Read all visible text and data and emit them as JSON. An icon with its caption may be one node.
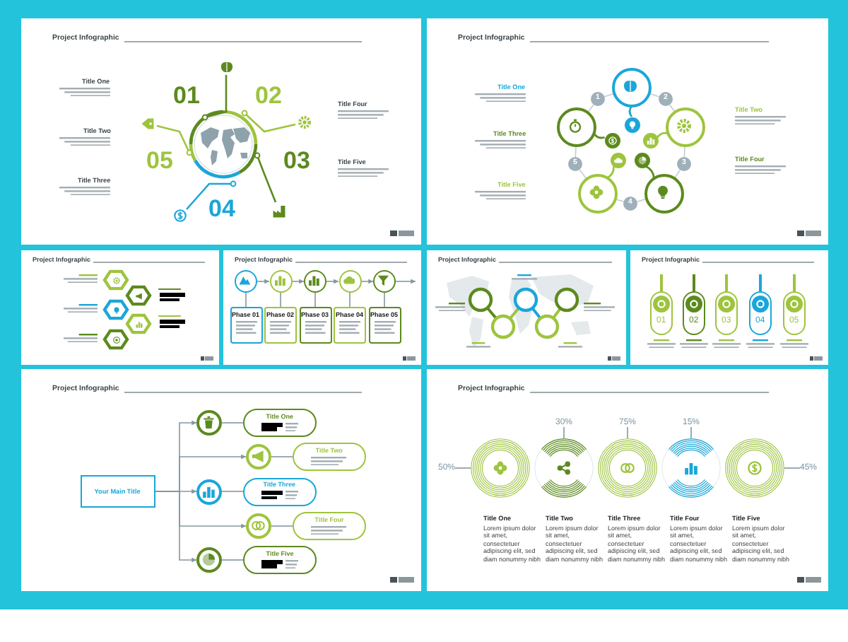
{
  "diagram": {
    "nodes": [
      {
        "text": [
          "Project Infographic"
        ]
      },
      {
        "text": [
          "Project Infographic"
        ]
      },
      {
        "text": [
          "Project Infographic"
        ]
      },
      {
        "text": [
          "Project Infographic"
        ]
      },
      {
        "text": [
          "Project Infographic"
        ]
      },
      {
        "text": [
          "Project Infographic"
        ]
      },
      {
        "text": [
          "Project Infographic"
        ]
      },
      {
        "text": [
          "Project Infographic"
        ]
      },
      {
        "text": [],
        "shape": "circle",
        "in": 1
      },
      {
        "text": [],
        "shape": "circle",
        "in": 1
      },
      {
        "text": [],
        "shape": "circle",
        "in": 1
      },
      {
        "text": [],
        "shape": "circle",
        "in": 1
      },
      {
        "text": [],
        "shape": "circle",
        "in": 1
      },
      {
        "text": [
          "1"
        ],
        "in": 1
      },
      {
        "text": [
          "2"
        ],
        "in": 1
      },
      {
        "text": [
          "3"
        ],
        "in": 1
      },
      {
        "text": [
          "4"
        ],
        "in": 1
      },
      {
        "text": [
          "5"
        ],
        "in": 1
      },
      {
        "text": [],
        "shape": "circle",
        "in": 3
      },
      {
        "text": [],
        "shape": "circle",
        "in": 3
      },
      {
        "text": [],
        "shape": "circle",
        "in": 3
      },
      {
        "text": [],
        "shape": "circle",
        "in": 3
      },
      {
        "text": [],
        "shape": "circle",
        "in": 3
      },
      {
        "text": [
          "Phase 01"
        ],
        "in": 3
      },
      {
        "text": [
          "Phase 02"
        ],
        "in": 3
      },
      {
        "text": [
          "Phase 03"
        ],
        "in": 3
      },
      {
        "text": [
          "Phase 04"
        ],
        "in": 3
      },
      {
        "text": [
          "Phase 05"
        ],
        "in": 3
      },
      {
        "text": [
          "01"
        ],
        "in": 5
      },
      {
        "text": [
          "02"
        ],
        "in": 5
      },
      {
        "text": [
          "03"
        ],
        "in": 5
      },
      {
        "text": [
          "04"
        ],
        "in": 5
      },
      {
        "text": [
          "05"
        ],
        "in": 5
      },
      {
        "text": [
          "Your Main Title"
        ],
        "in": 6
      },
      {
        "text": [],
        "shape": "circle",
        "in": 6
      },
      {
        "text": [],
        "shape": "circle",
        "in": 6
      },
      {
        "text": [],
        "shape": "circle",
        "in": 6
      },
      {
        "text": [],
        "shape": "circle",
        "in": 6
      },
      {
        "text": [],
        "shape": "circle",
        "in": 6
      },
      {
        "text": [
          "Title One"
        ],
        "in": 6
      },
      {
        "text": [
          "Title Two"
        ],
        "in": 6
      },
      {
        "text": [
          "Title Three"
        ],
        "in": 6
      },
      {
        "text": [
          "Title Four"
        ],
        "in": 6
      },
      {
        "text": [
          "Title Five"
        ],
        "in": 6
      },
      {
        "text": [],
        "shape": "circle",
        "in": 7
      },
      {
        "text": [],
        "shape": "circle",
        "in": 7
      },
      {
        "text": [],
        "shape": "circle",
        "in": 7
      },
      {
        "text": [],
        "shape": "circle",
        "in": 7
      },
      {
        "text": [],
        "shape": "circle",
        "in": 7
      },
      {
        "text": [
          "50%"
        ],
        "in": 7
      },
      {
        "text": [
          "30%"
        ],
        "in": 7
      },
      {
        "text": [
          "75%"
        ],
        "in": 7
      },
      {
        "text": [
          "15%"
        ],
        "in": 7
      },
      {
        "text": [
          "45%"
        ],
        "in": 7
      }
    ],
    "edges": [
      {
        "from": 8,
        "to": 14,
        "arrow": "none",
        "color": "#c3ccd1"
      },
      {
        "from": 14,
        "to": 9,
        "arrow": "none",
        "color": "#c3ccd1"
      },
      {
        "from": 9,
        "to": 15,
        "arrow": "none",
        "color": "#c3ccd1"
      },
      {
        "from": 15,
        "to": 10,
        "arrow": "none",
        "color": "#c3ccd1"
      },
      {
        "from": 10,
        "to": 16,
        "arrow": "none",
        "color": "#c3ccd1"
      },
      {
        "from": 16,
        "to": 11,
        "arrow": "none",
        "color": "#c3ccd1"
      },
      {
        "from": 11,
        "to": 17,
        "arrow": "none",
        "color": "#c3ccd1"
      },
      {
        "from": 17,
        "to": 12,
        "arrow": "none",
        "color": "#c3ccd1"
      },
      {
        "from": 12,
        "to": 13,
        "arrow": "none",
        "color": "#c3ccd1"
      },
      {
        "from": 13,
        "to": 8,
        "arrow": "none",
        "color": "#c3ccd1"
      },
      {
        "from": 18,
        "to": 19,
        "arrow": "to"
      },
      {
        "from": 19,
        "to": 20,
        "arrow": "to"
      },
      {
        "from": 20,
        "to": 21,
        "arrow": "to"
      },
      {
        "from": 21,
        "to": 22,
        "arrow": "to"
      },
      {
        "from": 22,
        "to": null,
        "arrow": "to"
      },
      {
        "from": 18,
        "to": 23,
        "arrow": "none"
      },
      {
        "from": 19,
        "to": 24,
        "arrow": "none"
      },
      {
        "from": 20,
        "to": 25,
        "arrow": "none"
      },
      {
        "from": 21,
        "to": 26,
        "arrow": "none"
      },
      {
        "from": 22,
        "to": 27,
        "arrow": "none"
      },
      {
        "from": 33,
        "to": 34,
        "arrow": "to"
      },
      {
        "from": 33,
        "to": 35,
        "arrow": "to"
      },
      {
        "from": 33,
        "to": 36,
        "arrow": "to"
      },
      {
        "from": 33,
        "to": 37,
        "arrow": "to"
      },
      {
        "from": 33,
        "to": 38,
        "arrow": "to"
      },
      {
        "from": 34,
        "to": 39,
        "arrow": "none"
      },
      {
        "from": 35,
        "to": 40,
        "arrow": "none"
      },
      {
        "from": 36,
        "to": 41,
        "arrow": "none"
      },
      {
        "from": 37,
        "to": 42,
        "arrow": "none"
      },
      {
        "from": 38,
        "to": 43,
        "arrow": "none"
      },
      {
        "from": 49,
        "to": 44,
        "arrow": "none"
      },
      {
        "from": 50,
        "to": 45,
        "arrow": "none"
      },
      {
        "from": 51,
        "to": 46,
        "arrow": "none"
      },
      {
        "from": 52,
        "to": 47,
        "arrow": "none"
      },
      {
        "from": 53,
        "to": 48,
        "arrow": "none"
      }
    ],
    "labels": [
      "Title One",
      "01",
      "02",
      "Title Four",
      "Title Two",
      "05",
      "03",
      "Title Five",
      "Title Three",
      "04",
      "Title One",
      "Title Two",
      "Title Three",
      "Title Four",
      "Title Five",
      "Title One",
      "Lorem ipsum dolor sit amet, consectetuer adipiscing elit, sed diam nonummy nibh",
      "Title Two",
      "Lorem ipsum dolor sit amet, consectetuer adipiscing elit, sed diam nonummy nibh",
      "Title Three",
      "Lorem ipsum dolor sit amet, consectetuer adipiscing elit, sed diam nonummy nibh",
      "Title Four",
      "Lorem ipsum dolor sit amet, consectetuer adipiscing elit, sed diam nonummy nibh",
      "Title Five",
      "Lorem ipsum dolor sit amet, consectetuer adipiscing elit, sed diam nonummy nibh"
    ]
  }
}
